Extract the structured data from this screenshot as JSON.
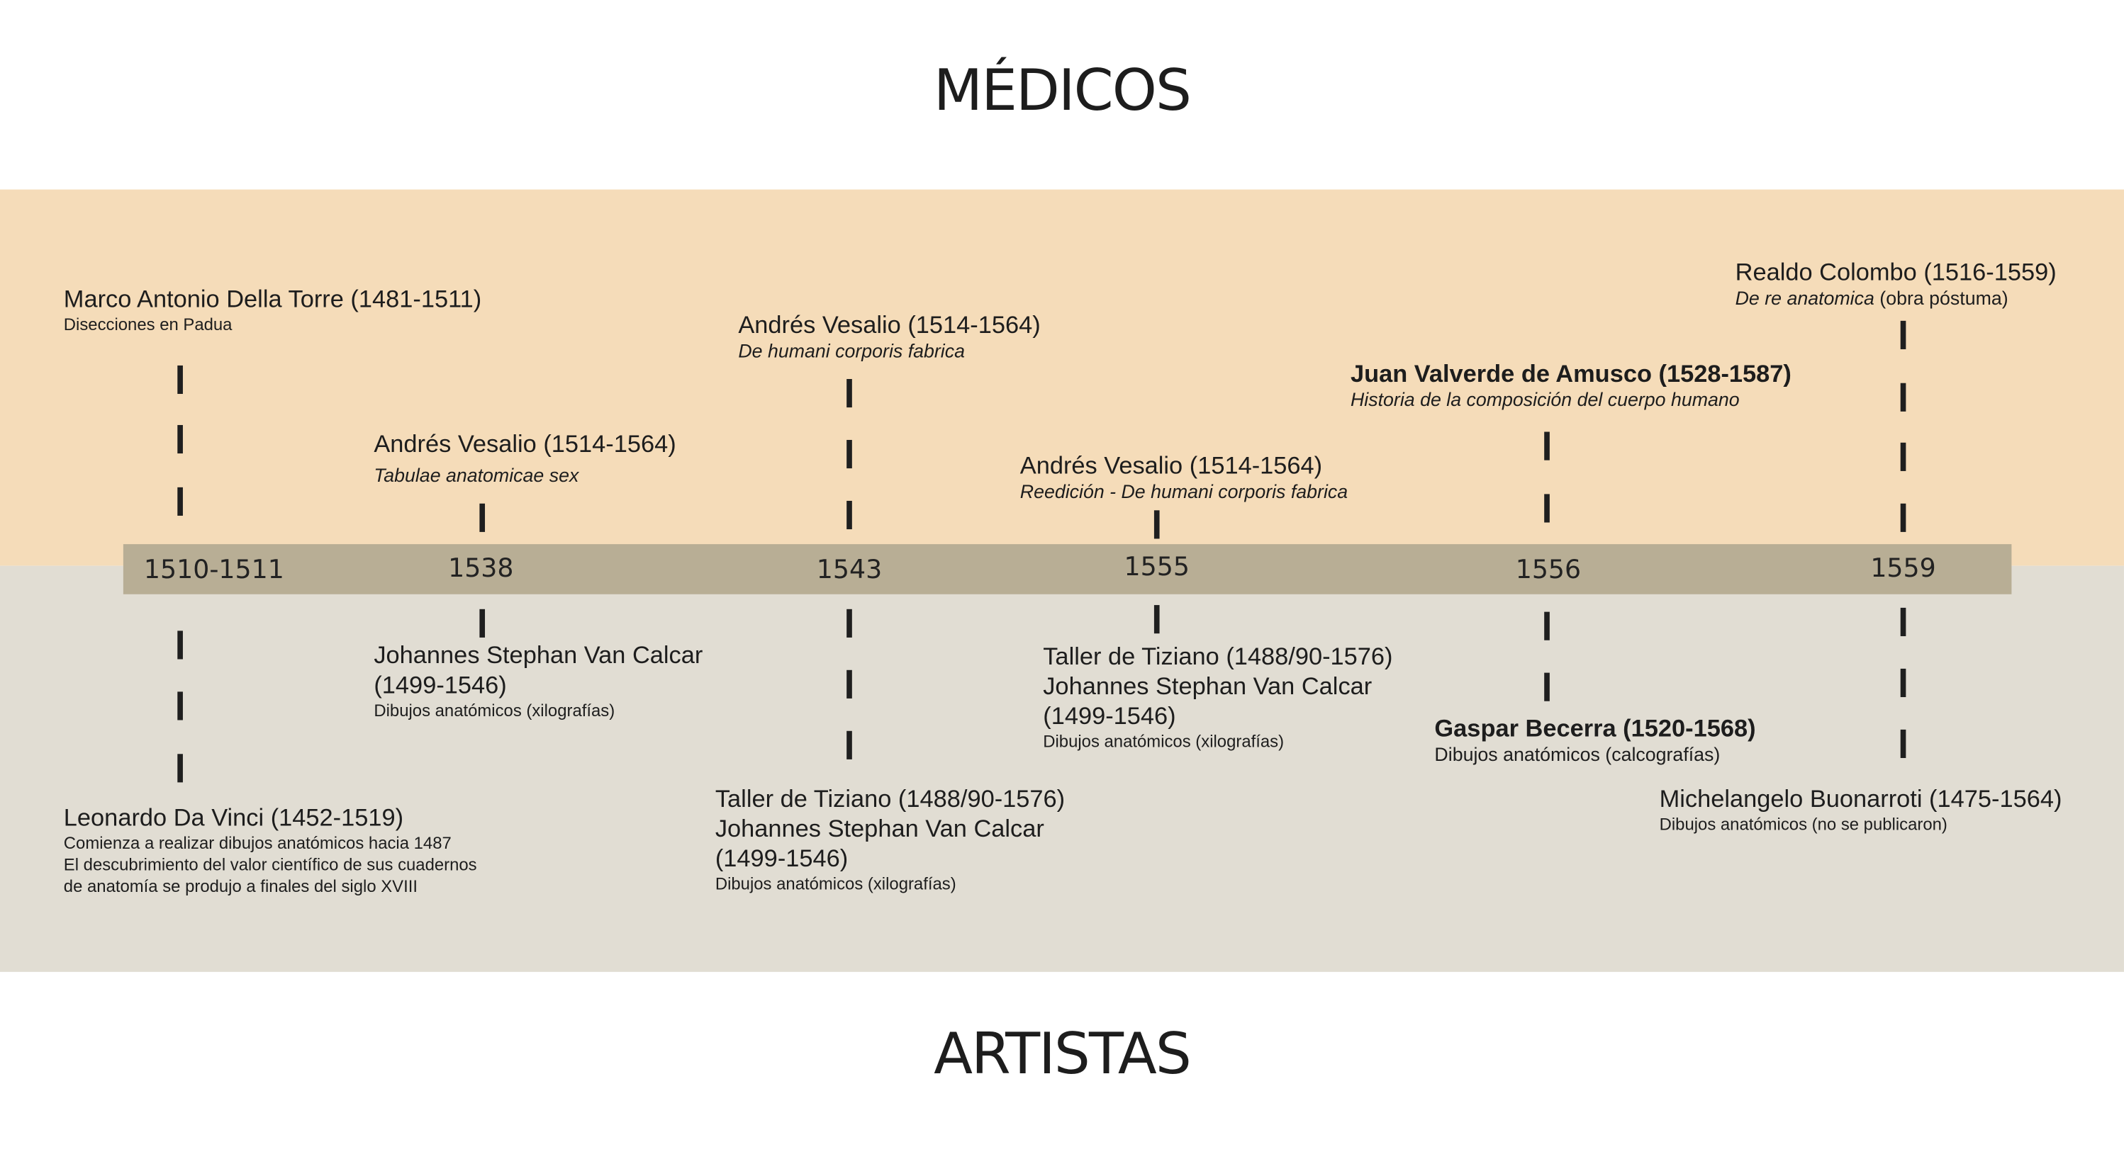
{
  "titles": {
    "top": "MÉDICOS",
    "bottom": "ARTISTAS"
  },
  "colors": {
    "medicos_band": "#f5dcb9",
    "artistas_band": "#e1ddd3",
    "timeline_bar": "#b8ae95",
    "text": "#1d1d1d"
  },
  "years": [
    "1510-1511",
    "1538",
    "1543",
    "1555",
    "1556",
    "1559"
  ],
  "medicos": [
    {
      "name": "Marco Antonio Della Torre (1481-1511)",
      "note": "Disecciones en Padua"
    },
    {
      "name": "Andrés Vesalio (1514-1564)",
      "note": "Tabulae anatomicae sex"
    },
    {
      "name": "Andrés Vesalio (1514-1564)",
      "note": "De humani corporis fabrica"
    },
    {
      "name": "Andrés Vesalio (1514-1564)",
      "note": "Reedición - De humani corporis fabrica"
    },
    {
      "name": "Juan Valverde de Amusco (1528-1587)",
      "note": "Historia de la composición del cuerpo humano"
    },
    {
      "name": "Realdo Colombo (1516-1559)",
      "note_italic": "De re anatomica",
      "note": " (obra póstuma)"
    }
  ],
  "artistas": [
    {
      "name": "Leonardo Da Vinci (1452-1519)",
      "notes": [
        "Comienza a realizar dibujos anatómicos hacia 1487",
        "El descubrimiento del valor científico de sus cuadernos",
        "de anatomía se produjo a finales del siglo XVIII"
      ]
    },
    {
      "lines": [
        "Johannes Stephan Van Calcar",
        "(1499-1546)"
      ],
      "note": "Dibujos anatómicos (xilografías)"
    },
    {
      "lines": [
        "Taller de Tiziano (1488/90-1576)",
        "Johannes Stephan Van Calcar",
        "(1499-1546)"
      ],
      "note": "Dibujos anatómicos (xilografías)"
    },
    {
      "lines": [
        "Taller de Tiziano (1488/90-1576)",
        "Johannes Stephan Van Calcar",
        "(1499-1546)"
      ],
      "note": "Dibujos anatómicos (xilografías)"
    },
    {
      "name": "Gaspar Becerra (1520-1568)",
      "note": "Dibujos anatómicos (calcografías)"
    },
    {
      "name": "Michelangelo Buonarroti (1475-1564)",
      "note": "Dibujos anatómicos (no se publicaron)"
    }
  ]
}
